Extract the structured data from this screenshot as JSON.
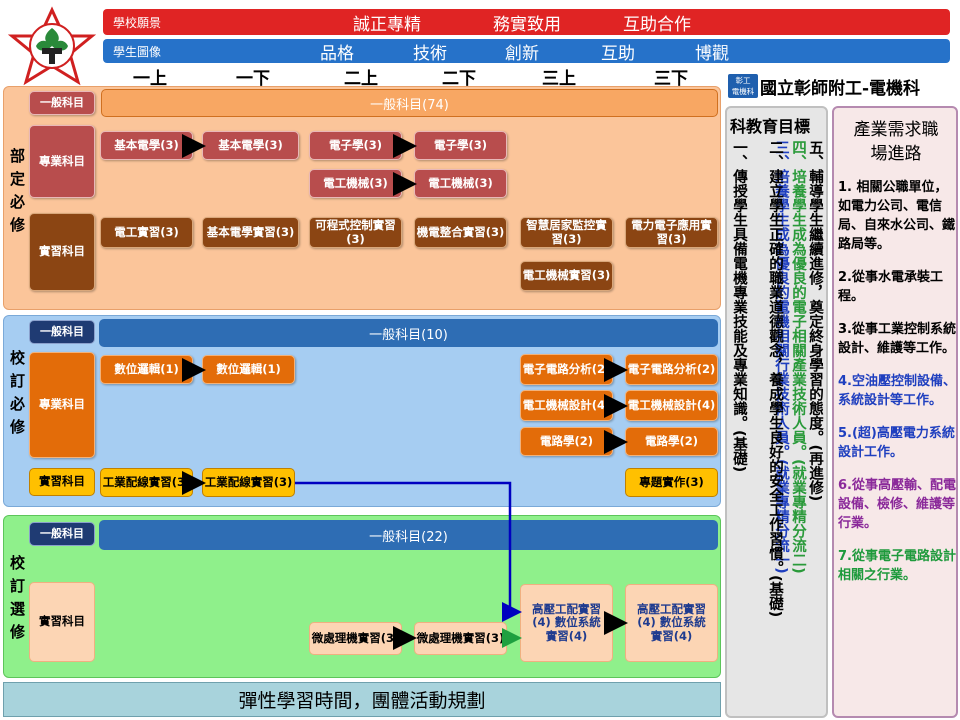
{
  "header": {
    "vision_label": "學校願景",
    "vision_items": [
      "誠正專精",
      "務實致用",
      "互助合作"
    ],
    "portrait_label": "學生圖像",
    "portrait_items": [
      "品格",
      "技術",
      "創新",
      "互助",
      "博觀"
    ]
  },
  "semesters": [
    "一上",
    "一下",
    "二上",
    "二下",
    "三上",
    "三下"
  ],
  "dept": {
    "badge_line1": "彰工",
    "badge_line2": "電機科",
    "title": "國立彰師附工-電機科"
  },
  "section1": {
    "side_label": "部定必修",
    "general_tag": "一般科目",
    "general_bar": "一般科目(74)",
    "pro_tag": "專業科目",
    "practice_tag": "實習科目",
    "pro_courses": [
      "基本電學(3)",
      "基本電學(3)",
      "電子學(3)",
      "電子學(3)",
      "電工機械(3)",
      "電工機械(3)"
    ],
    "practice_courses": [
      "電工實習(3)",
      "基本電學實習(3)",
      "可程式控制實習(3)",
      "機電整合實習(3)",
      "智慧居家監控實習(3)",
      "電力電子應用實習(3)",
      "電工機械實習(3)"
    ]
  },
  "section2": {
    "side_label": "校訂必修",
    "general_tag": "一般科目",
    "general_bar": "一般科目(10)",
    "pro_tag": "專業科目",
    "practice_tag": "實習科目",
    "pro_courses": [
      "數位邏輯(1)",
      "數位邏輯(1)",
      "電子電路分析(2)",
      "電子電路分析(2)",
      "電工機械設計(4)",
      "電工機械設計(4)",
      "電路學(2)",
      "電路學(2)"
    ],
    "practice_courses": [
      "工業配線實習(3)",
      "工業配線實習(3)",
      "專題實作(3)"
    ]
  },
  "section3": {
    "side_label": "校訂選修",
    "general_tag": "一般科目",
    "general_bar": "一般科目(22)",
    "practice_tag": "實習科目",
    "practice_courses": [
      "微處理機實習(3)",
      "微處理機實習(3)",
      "高壓工配實習(4) 數位系統實習(4)",
      "高壓工配實習(4) 數位系統實習(4)"
    ]
  },
  "flex_bar": "彈性學習時間，團體活動規劃",
  "edu_goals": {
    "title": "科教育目標",
    "goals": [
      "一、傳授學生具備電機專業技能及專業知識。(基礎)",
      "二、建立學生正確的職業道德觀念，養成學生良好的安全工作習慣。(基礎)",
      "三、培養學生成為優良的電機相關行業技術人員。(就業專精分流一)",
      "四、培養學生成為優良的電子相關產業技術人員。(就業專精分流二)",
      "五、輔導學生繼續進修，奠定終身學習的態度。(再進修)"
    ]
  },
  "career": {
    "title": "產業需求職場進路",
    "items": [
      "1. 相關公職單位，如電力公司、電信局、自來水公司、鐵路局等。",
      "2.從事水電承裝工程。",
      "3.從事工業控制系統設計、維護等工作。",
      "4.空油壓控制設備、系統設計等工作。",
      "5.(超)高壓電力系統設計工作。",
      "6.從事高壓輸、配電設備、檢修、維護等行業。",
      "7.從事電子電路設計相關之行業。"
    ],
    "colors": [
      "#000000",
      "#000000",
      "#000000",
      "#1f3fbf",
      "#1f3fbf",
      "#8b2a9a",
      "#1e9a3c"
    ]
  }
}
